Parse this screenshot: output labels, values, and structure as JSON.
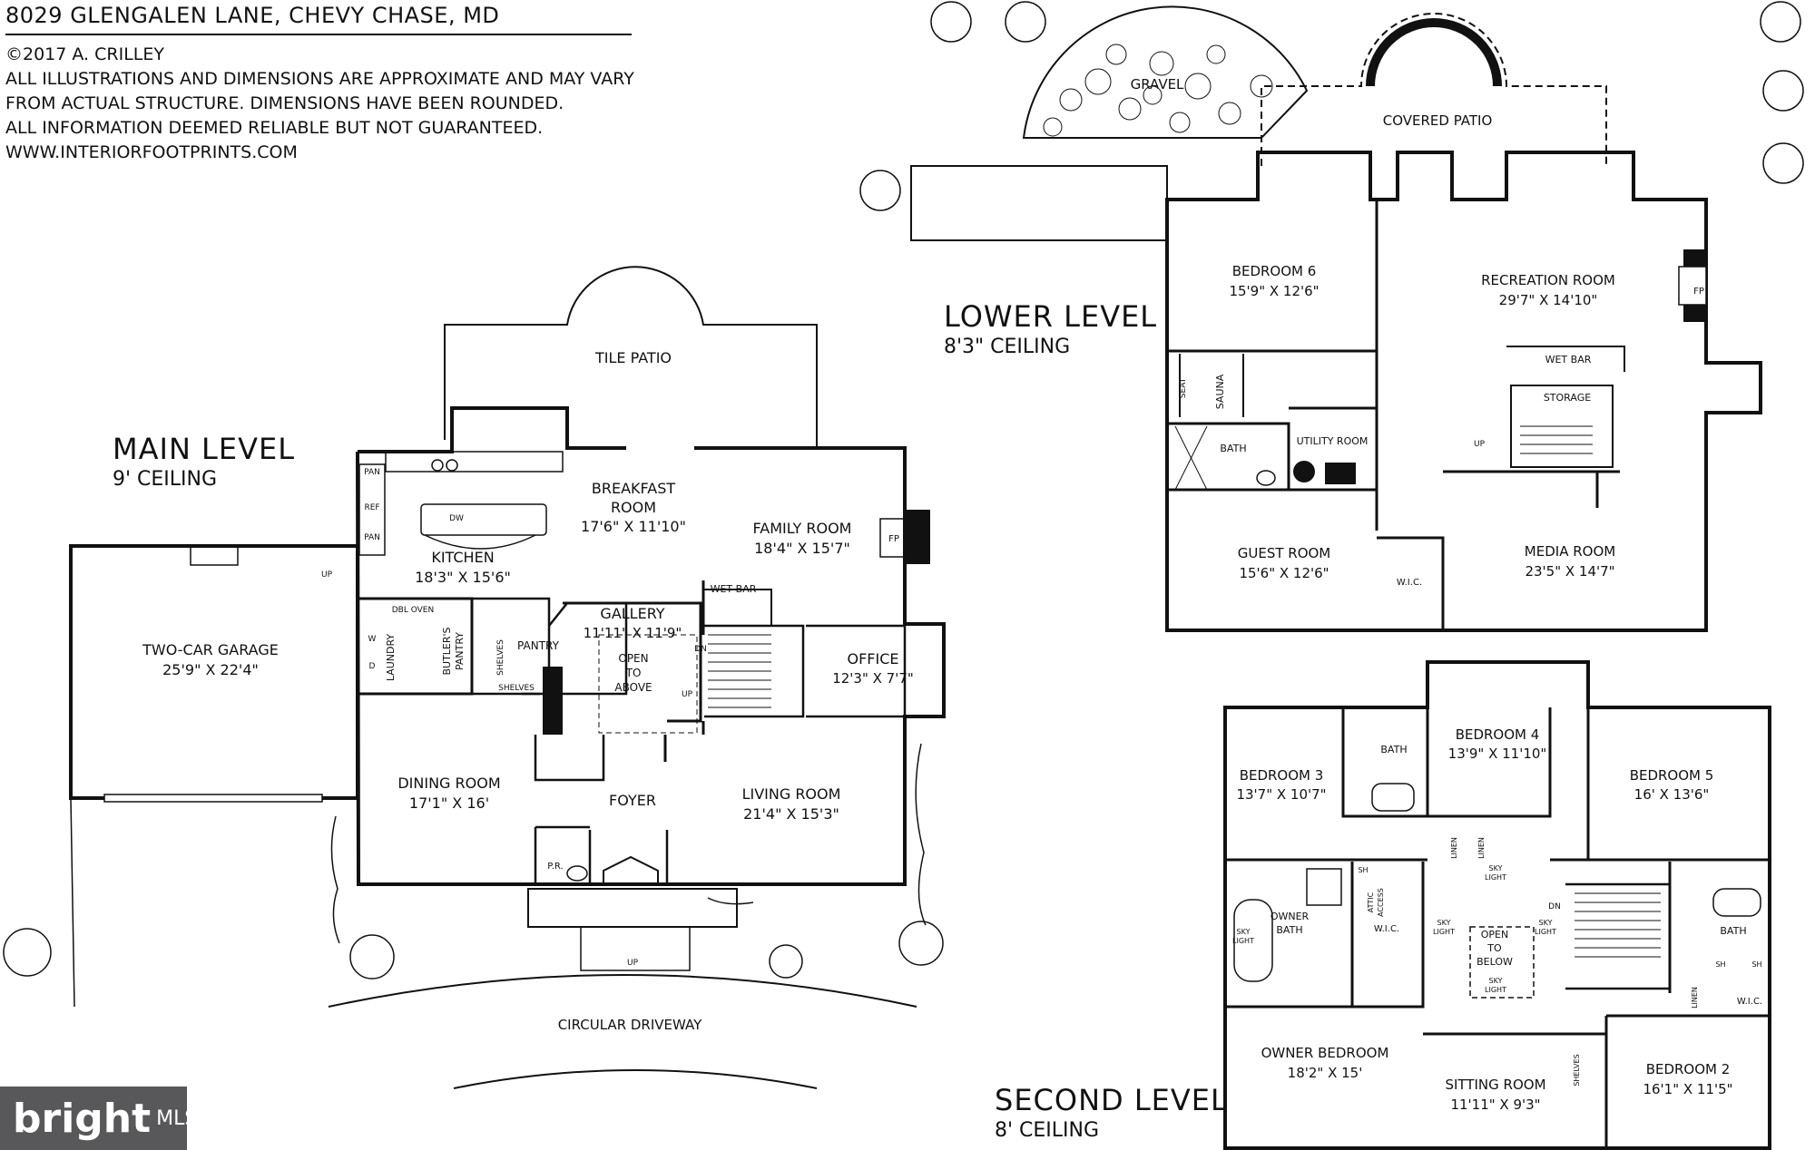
{
  "header": {
    "address": "8029 GLENGALEN LANE, CHEVY CHASE, MD",
    "copyright": "©2017 A. CRILLEY",
    "disclaimer": [
      "ALL ILLUSTRATIONS AND DIMENSIONS ARE APPROXIMATE AND MAY VARY",
      "FROM ACTUAL STRUCTURE. DIMENSIONS HAVE BEEN ROUNDED.",
      "ALL INFORMATION DEEMED RELIABLE BUT NOT GUARANTEED.",
      "WWW.INTERIORFOOTPRINTS.COM"
    ]
  },
  "levels": {
    "main": {
      "name": "MAIN LEVEL",
      "ceiling": "9' CEILING"
    },
    "lower": {
      "name": "LOWER LEVEL",
      "ceiling": "8'3\" CEILING"
    },
    "second": {
      "name": "SECOND LEVEL",
      "ceiling": "8' CEILING"
    }
  },
  "main_rooms": {
    "tile_patio": "TILE PATIO",
    "breakfast": {
      "name": "BREAKFAST",
      "name2": "ROOM",
      "dims": "17'6\" X 11'10\""
    },
    "family": {
      "name": "FAMILY ROOM",
      "dims": "18'4\" X 15'7\""
    },
    "kitchen": {
      "name": "KITCHEN",
      "dims": "18'3\" X 15'6\""
    },
    "garage": {
      "name": "TWO-CAR GARAGE",
      "dims": "25'9\" X 22'4\""
    },
    "gallery": {
      "name": "GALLERY",
      "dims": "11'11\" X 11'9\""
    },
    "open_above": [
      "OPEN",
      "TO",
      "ABOVE"
    ],
    "office": {
      "name": "OFFICE",
      "dims": "12'3\" X 7'7\""
    },
    "dining": {
      "name": "DINING ROOM",
      "dims": "17'1\" X 16'"
    },
    "living": {
      "name": "LIVING ROOM",
      "dims": "21'4\" X 15'3\""
    },
    "foyer": "FOYER",
    "driveway": "CIRCULAR DRIVEWAY",
    "small": {
      "pan": "PAN",
      "ref": "REF",
      "dw": "DW",
      "up": "UP",
      "dn": "DN",
      "w": "W",
      "d": "D",
      "dbl_oven": "DBL OVEN",
      "laundry": "LAUNDRY",
      "butlers": "BUTLER'S",
      "pantry_b": "PANTRY",
      "shelves": "SHELVES",
      "pantry": "PANTRY",
      "sh": "SH",
      "wet_bar": "WET BAR",
      "pr": "P.R.",
      "fp": "FP"
    }
  },
  "lower_rooms": {
    "gravel": "GRAVEL",
    "covered_patio": "COVERED PATIO",
    "bedroom6": {
      "name": "BEDROOM 6",
      "dims": "15'9\" X 12'6\""
    },
    "recreation": {
      "name": "RECREATION ROOM",
      "dims": "29'7\" X 14'10\""
    },
    "guest": {
      "name": "GUEST ROOM",
      "dims": "15'6\" X 12'6\""
    },
    "media": {
      "name": "MEDIA ROOM",
      "dims": "23'5\" X 14'7\""
    },
    "small": {
      "seat": "SEAT",
      "sauna": "SAUNA",
      "bath": "BATH",
      "utility": "UTILITY ROOM",
      "wet_bar": "WET BAR",
      "storage": "STORAGE",
      "wic": "W.I.C.",
      "up": "UP",
      "fp": "FP"
    }
  },
  "second_rooms": {
    "bedroom3": {
      "name": "BEDROOM 3",
      "dims": "13'7\" X 10'7\""
    },
    "bedroom4": {
      "name": "BEDROOM 4",
      "dims": "13'9\" X 11'10\""
    },
    "bedroom5": {
      "name": "BEDROOM 5",
      "dims": "16' X 13'6\""
    },
    "owner_bedroom": {
      "name": "OWNER BEDROOM",
      "dims": "18'2\" X 15'"
    },
    "sitting": {
      "name": "SITTING ROOM",
      "dims": "11'11\" X 9'3\""
    },
    "bedroom2": {
      "name": "BEDROOM 2",
      "dims": "16'1\" X 11'5\""
    },
    "open_below": [
      "OPEN",
      "TO",
      "BELOW"
    ],
    "small": {
      "bath": "BATH",
      "owner_bath": "OWNER",
      "owner_bath2": "BATH",
      "wic": "W.I.C.",
      "linen": "LINEN",
      "sky": "SKY",
      "light": "LIGHT",
      "attic": "ATTIC",
      "access": "ACCESS",
      "sh": "SH",
      "dn": "DN",
      "shelves": "SHELVES"
    }
  },
  "watermark": {
    "brand": "bright",
    "suffix": "MLS"
  }
}
